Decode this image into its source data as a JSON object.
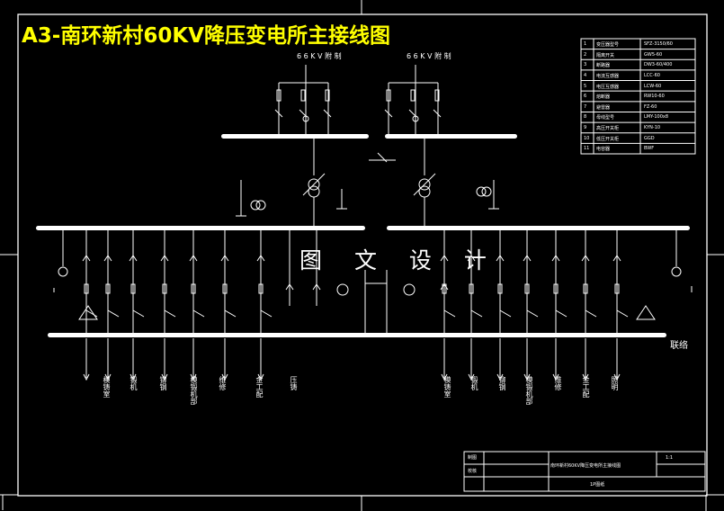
{
  "title": "A3-南环新村60KV降压变电所主接线图",
  "watermark": "图 文 设 计",
  "incoming_left": "6 6 K V 附 制",
  "incoming_right": "6 6 K V 附 制",
  "bus_label": "联络",
  "feeders_left": [
    "模铸室",
    "锻机",
    "铆钢",
    "模锻机部",
    "维修",
    "金工配",
    "压铸"
  ],
  "feeders_right": [
    "模铸室",
    "锻机",
    "铆钢",
    "模锻机部",
    "维修",
    "金工配",
    "照明"
  ],
  "equipment_table": {
    "rows": [
      {
        "no": "1",
        "name": "变压器型号",
        "spec": "SFZ-3150/60"
      },
      {
        "no": "2",
        "name": "隔离开关",
        "spec": "GW5-60"
      },
      {
        "no": "3",
        "name": "断路器",
        "spec": "DW3-60/400"
      },
      {
        "no": "4",
        "name": "电流互感器",
        "spec": "LCC-60"
      },
      {
        "no": "5",
        "name": "电压互感器",
        "spec": "LCW-60"
      },
      {
        "no": "6",
        "name": "熔断器",
        "spec": "RW10-60"
      },
      {
        "no": "7",
        "name": "避雷器",
        "spec": "FZ-60"
      },
      {
        "no": "8",
        "name": "母线型号",
        "spec": "LMY-100x8"
      },
      {
        "no": "9",
        "name": "高压开关柜",
        "spec": "KYN-10"
      },
      {
        "no": "10",
        "name": "低压开关柜",
        "spec": "GGD"
      },
      {
        "no": "11",
        "name": "电容器",
        "spec": "BWF"
      }
    ]
  },
  "title_block": {
    "drawn": "制图",
    "checked": "校核",
    "project": "南环新村60KV降压变电所主接线图",
    "sheet": "1:1",
    "drawing_no": "1P图纸"
  }
}
